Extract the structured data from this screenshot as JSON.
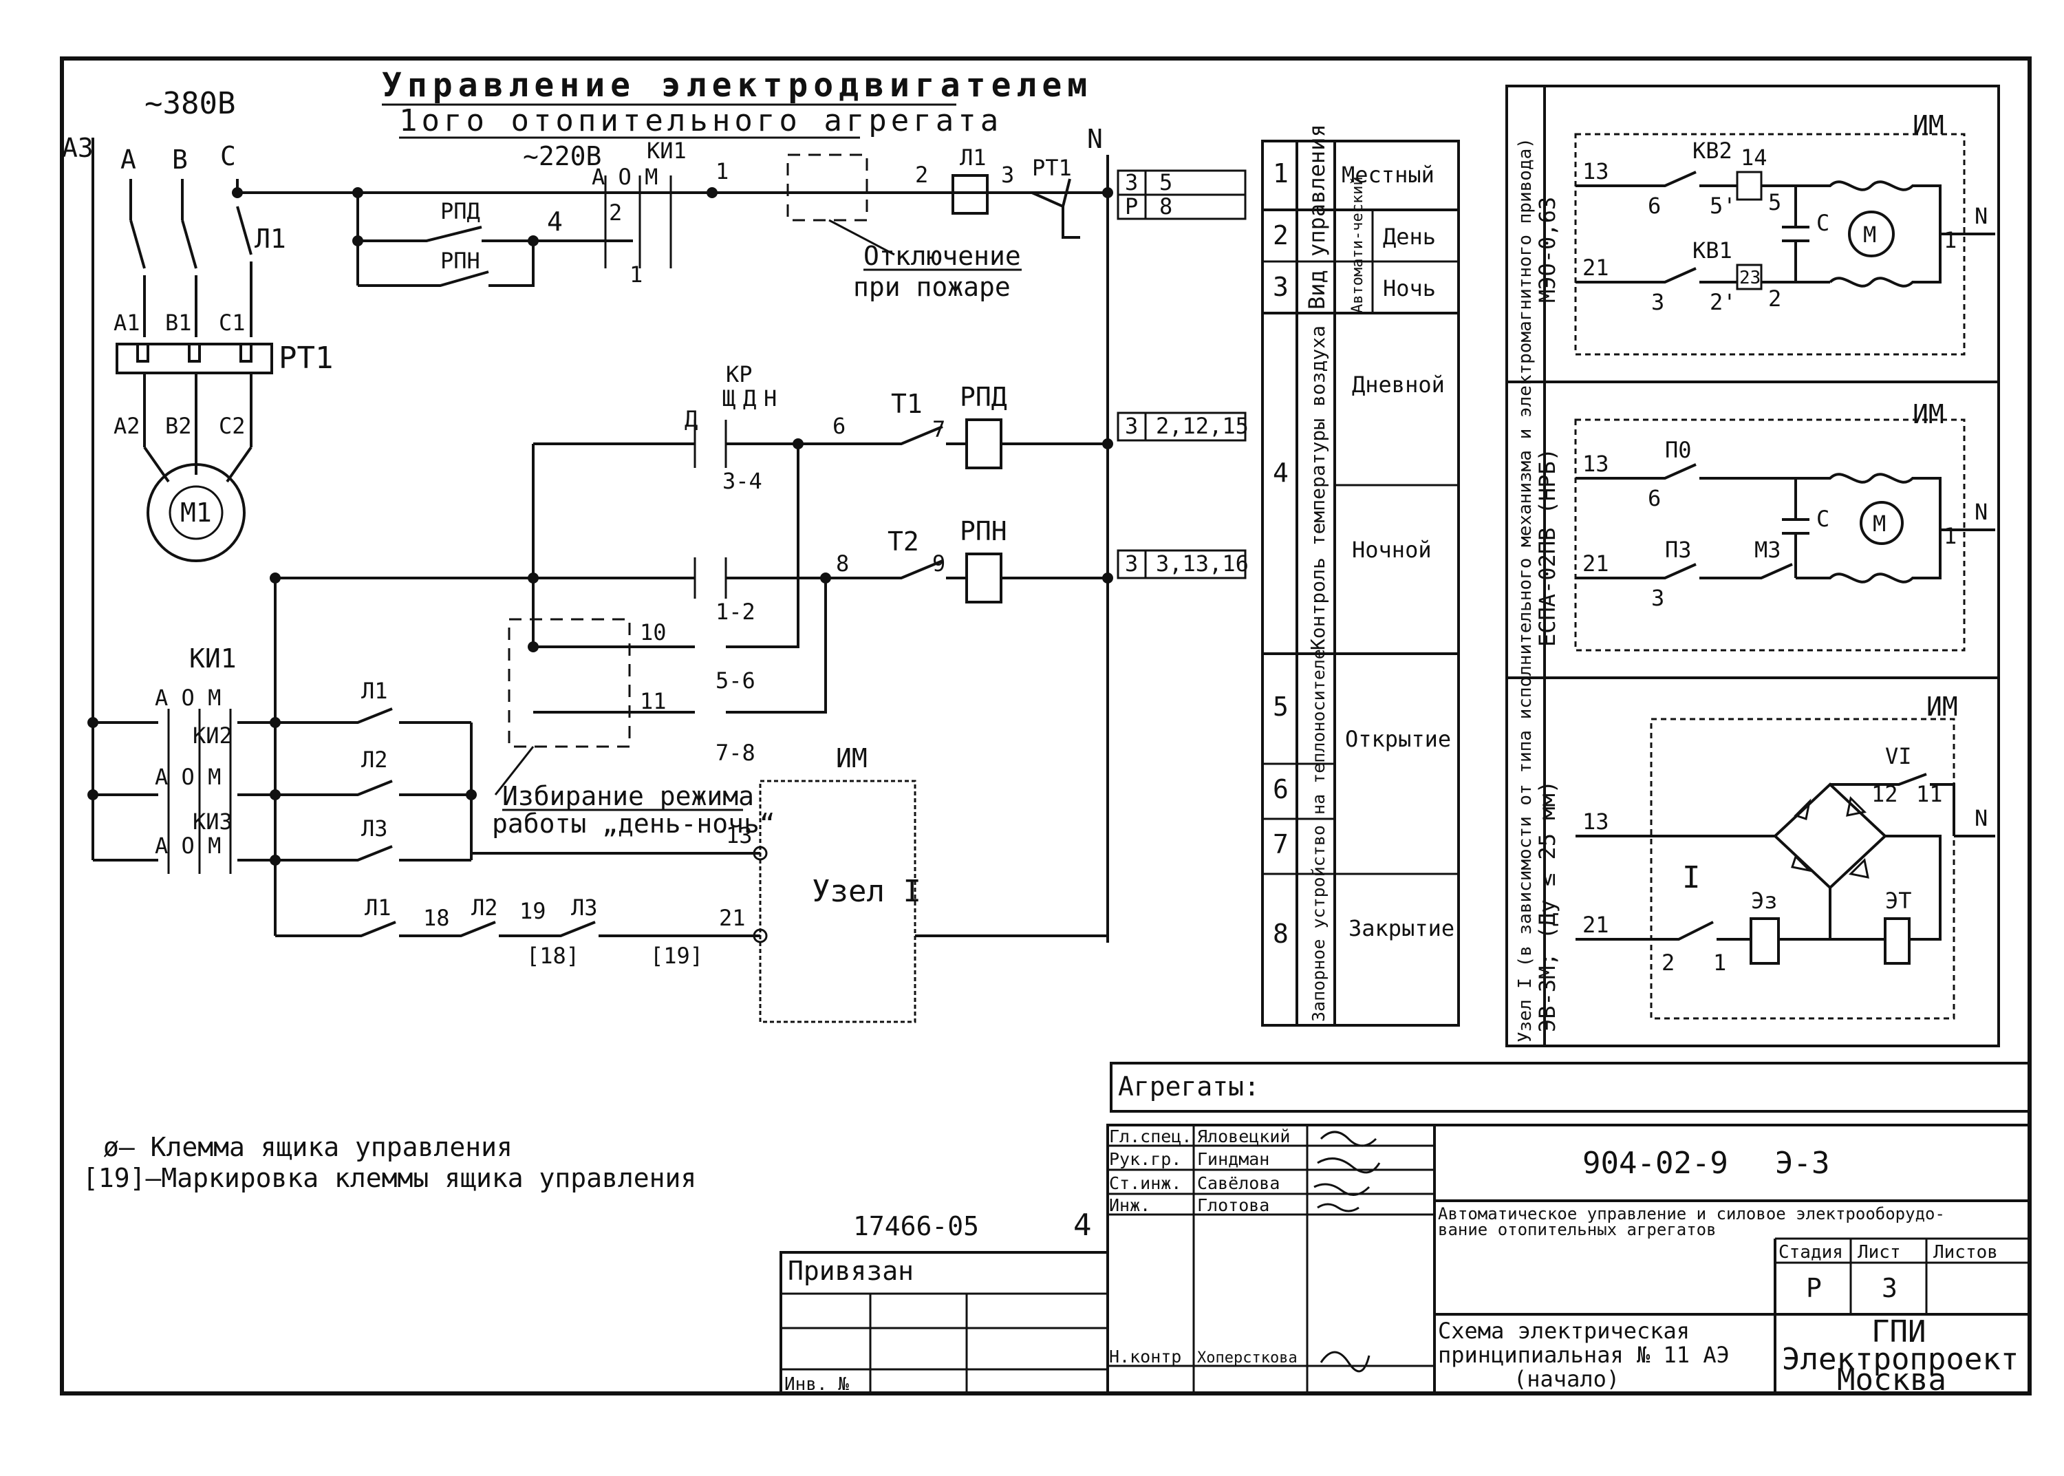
{
  "schematic": {
    "title_line1": "Управление электродвигателем",
    "title_line2": "1ого отопительного агрегата",
    "supply_3ph": "~380В",
    "supply_1ph": "~220В",
    "phase_a": "А",
    "phase_b": "В",
    "phase_c": "С",
    "bus_a3": "А3",
    "neutral": "N",
    "contactor_main": "Л1",
    "terminals_a1": "А1",
    "terminals_b1": "В1",
    "terminals_c1": "С1",
    "terminals_a2": "А2",
    "terminals_b2": "В2",
    "terminals_c2": "С2",
    "thermal_relay": "РТ1",
    "motor": "М1",
    "ki1": "КИ1",
    "ki2": "КИ2",
    "ki3": "КИ3",
    "aom": "А О М",
    "rpd": "РПД",
    "rpn": "РПН",
    "kr": "КР",
    "shch": "Щ",
    "d": "Д",
    "n": "Н",
    "t1": "Т1",
    "t2": "Т2",
    "l1": "Л1",
    "l2": "Л2",
    "l3": "Л3",
    "fire_note_1": "Отключение",
    "fire_note_2": "при пожаре",
    "mode_note_1": "Избирание режима",
    "mode_note_2": "работы „день-ночь“",
    "im": "ИМ",
    "unit": "Узел I",
    "wire_1": "1",
    "wire_2": "2",
    "wire_3": "3",
    "wire_4": "4",
    "wire_6": "6",
    "wire_7": "7",
    "wire_8": "8",
    "wire_9": "9",
    "wire_10": "10",
    "wire_11": "11",
    "wire_13": "13",
    "wire_18": "18",
    "wire_19": "19",
    "wire_21": "21",
    "c34": "3-4",
    "c12": "1-2",
    "c56": "5-6",
    "c78": "7-8",
    "m18": "[18]",
    "m19": "[19]",
    "ref1_a": "3",
    "ref1_b": "5",
    "ref2_a": "Р",
    "ref2_b": "8",
    "ref3_a": "3",
    "ref3_b": "2,12,15",
    "ref4_a": "3",
    "ref4_b": "3,13,16"
  },
  "function_table": {
    "rows": [
      {
        "num": "1",
        "desc": "Местный"
      },
      {
        "num": "2",
        "desc": "День"
      },
      {
        "num": "3",
        "desc": "Ночь"
      },
      {
        "num": "4",
        "desc": ""
      },
      {
        "num": "5",
        "desc": "Открытие"
      },
      {
        "num": "6",
        "desc": ""
      },
      {
        "num": "7",
        "desc": ""
      },
      {
        "num": "8",
        "desc": "Закрытие"
      }
    ],
    "group_mode": "Вид управления",
    "group_auto": "Автомати-ческий",
    "group_temp": "Контроль температуры воздуха",
    "temp_day": "Дневной",
    "temp_night": "Ночной",
    "group_valve": "Запорное устройство на теплоносителе"
  },
  "right_panel": {
    "vertical_title": "Узел I (в зависимости от типа исполнительного механизма и электромагнитного привода)",
    "sub1": "МЭО-0,63",
    "sub2": "ЕСПА-02ПВ (НРБ)",
    "sub3": "ЭВ-3М; (Ду ≤ 25 мм)",
    "im": "ИМ",
    "kv2": "КВ2",
    "kv1": "КВ1",
    "p0": "П0",
    "p3": "П3",
    "m3": "М3",
    "c": "С",
    "m": "М",
    "n": "N",
    "w13": "13",
    "w21": "21",
    "w14": "14",
    "w23": "23",
    "w6": "6",
    "w5": "5",
    "w5p": "5'",
    "w3": "3",
    "w2": "2",
    "w2p": "2'",
    "w1": "1",
    "i": "I",
    "vi": "VI",
    "w12": "12",
    "w11": "11",
    "ez": "Эз",
    "et": "ЭТ"
  },
  "legend": {
    "terminal": "ø– Клемма ящика управления",
    "marking": "[19]–Маркировка клеммы ящика управления"
  },
  "title_block": {
    "aggregates": "Агрегаты:",
    "doc_number": "904-02-9",
    "sheet_code": "Э-3",
    "description_1": "Автоматическое управление и силовое электрооборудо-",
    "description_2": "вание отопительных агрегатов",
    "role_1": "Гл.спец.",
    "name_1": "Яловецкий",
    "role_2": "Рук.гр.",
    "name_2": "Гиндман",
    "role_3": "Ст.инж.",
    "name_3": "Савёлова",
    "role_4": "Инж.",
    "name_4": "Глотова",
    "role_5": "Н.контр",
    "name_5": "Хоперсткова",
    "stage_h": "Стадия",
    "sheet_h": "Лист",
    "sheets_h": "Листов",
    "stage": "Р",
    "sheet": "3",
    "scheme_1": "Схема электрическая",
    "scheme_2": "принципиальная № 11 АЭ",
    "scheme_3": "(начало)",
    "org_1": "ГПИ",
    "org_2": "Электропроект",
    "org_3": "Москва",
    "tied": "Привязан",
    "inv": "Инв. №",
    "archive_no": "17466-05",
    "copy_no": "4"
  }
}
